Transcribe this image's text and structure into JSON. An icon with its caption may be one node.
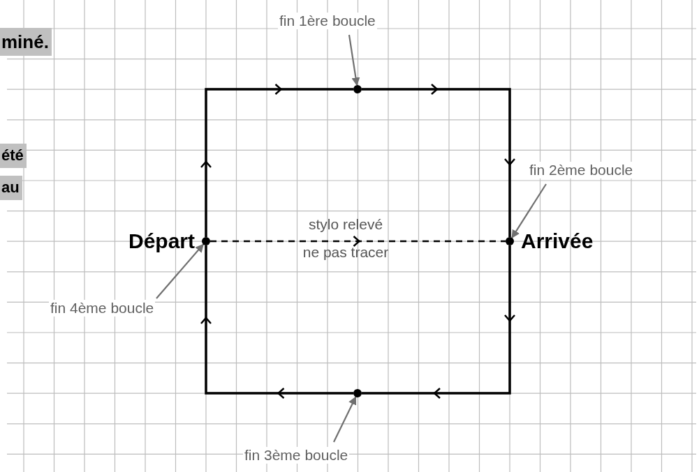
{
  "diagram": {
    "nodes": [
      {
        "text": [],
        "shape": "circle",
        "beside": [
          "Départ"
        ]
      },
      {
        "text": [],
        "shape": "circle"
      },
      {
        "text": [],
        "shape": "circle",
        "beside": [
          "Arrivée"
        ]
      },
      {
        "text": [],
        "shape": "circle"
      },
      {
        "text": [
          "fin 1ère boucle"
        ]
      },
      {
        "text": [
          "fin 2ème boucle"
        ]
      },
      {
        "text": [
          "fin 3ème boucle"
        ]
      },
      {
        "text": [
          "fin 4ème boucle"
        ]
      }
    ],
    "edges": [
      {
        "from": 0,
        "to": 1,
        "arrow": "to"
      },
      {
        "from": 1,
        "to": 2,
        "arrow": "to"
      },
      {
        "from": 2,
        "to": 3,
        "arrow": "to"
      },
      {
        "from": 3,
        "to": 0,
        "arrow": "to"
      },
      {
        "from": 0,
        "to": 2,
        "arrow": "to",
        "style": "dashed",
        "label": "stylo relevé"
      },
      {
        "from": 4,
        "to": 1,
        "arrow": "to",
        "color": "#707070"
      },
      {
        "from": 5,
        "to": 2,
        "arrow": "to",
        "color": "#707070"
      },
      {
        "from": 6,
        "to": 3,
        "arrow": "to",
        "color": "#707070"
      },
      {
        "from": 7,
        "to": 0,
        "arrow": "to",
        "color": "#707070"
      }
    ],
    "labels": [
      "miné.",
      "été",
      "au",
      "ne pas tracer"
    ]
  }
}
